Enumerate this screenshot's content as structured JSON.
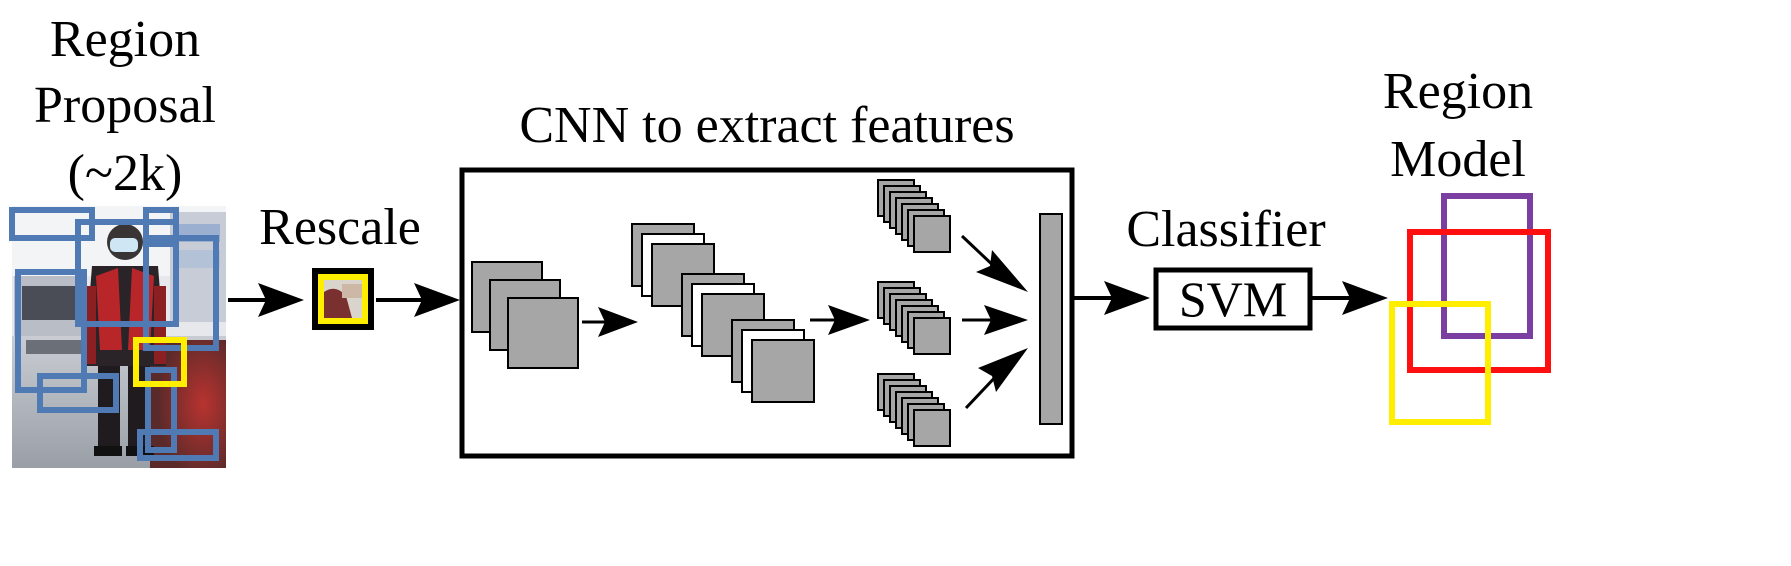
{
  "labels": {
    "region_proposal_line1": "Region",
    "region_proposal_line2": "Proposal",
    "region_proposal_line3": "(~2k)",
    "rescale": "Rescale",
    "cnn_title": "CNN to extract features",
    "classifier": "Classifier",
    "svm": "SVM",
    "region_model_line1": "Region",
    "region_model_line2": "Model"
  },
  "colors": {
    "proposal_box": "#4f7ab3",
    "selected_box": "#ffee00",
    "output_red": "#ff1010",
    "output_purple": "#7a3fa0",
    "output_yellow": "#ffee00",
    "feature_map_fill": "#a6a6a6",
    "stroke": "#000000"
  },
  "icons": {
    "arrow": "arrow-right-icon"
  }
}
